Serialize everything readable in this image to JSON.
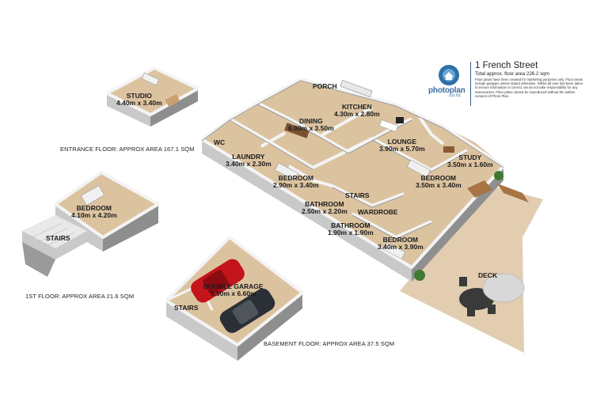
{
  "header": {
    "address": "1 French Street",
    "total_area": "Total approx. floor area 226.2 sqm",
    "disclaimer": "Floor plans have been created for marketing purposes only. Floor areas include garages unless stated otherwise. Whilst all care has been taken to ensure information is correct, we do not take responsibility for any inaccuracies. Floor plans cannot be reproduced without the written consent of Photo Plan.",
    "logo_text": "photoplan",
    "logo_sub": ".co.nz"
  },
  "floors": {
    "entrance": "ENTRANCE FLOOR: APPROX AREA 167.1 SQM",
    "first": "1ST FLOOR: APPROX AREA 21.6 SQM",
    "basement": "BASEMENT FLOOR: APPROX AREA 37.5 SQM"
  },
  "rooms": {
    "studio": {
      "name": "STUDIO",
      "dims": "4.40m x 3.40m"
    },
    "porch": {
      "name": "PORCH"
    },
    "kitchen": {
      "name": "KITCHEN",
      "dims": "4.30m x 2.80m"
    },
    "dining": {
      "name": "DINING",
      "dims": "6.00m x 3.50m"
    },
    "lounge": {
      "name": "LOUNGE",
      "dims": "3.90m x 5.70m"
    },
    "wc": {
      "name": "WC"
    },
    "laundry": {
      "name": "LAUNDRY",
      "dims": "3.40m x 2.30m"
    },
    "study": {
      "name": "STUDY",
      "dims": "3.50m x 1.60m"
    },
    "bedroom1": {
      "name": "BEDROOM",
      "dims": "2.90m x 3.40m"
    },
    "bedroom2": {
      "name": "BEDROOM",
      "dims": "3.50m x 3.40m"
    },
    "stairs1": {
      "name": "STAIRS"
    },
    "bathroom1": {
      "name": "BATHROOM",
      "dims": "2.50m x 2.20m"
    },
    "wardrobe": {
      "name": "WARDROBE"
    },
    "bathroom2": {
      "name": "BATHROOM",
      "dims": "1.90m x 1.90m"
    },
    "bedroom3": {
      "name": "BEDROOM",
      "dims": "3.40m x 3.90m"
    },
    "deck": {
      "name": "DECK"
    },
    "bedroom_first": {
      "name": "BEDROOM",
      "dims": "4.10m x 4.20m"
    },
    "stairs_first": {
      "name": "STAIRS"
    },
    "garage": {
      "name": "DOUBLE GARAGE",
      "dims": "5.90m x 6.60m"
    },
    "stairs_base": {
      "name": "STAIRS"
    }
  },
  "colors": {
    "floor": "#dcc3a0",
    "deck": "#e2cdb1",
    "wall_top": "#f2f2f2",
    "wall_side": "#8e8e8e",
    "wall_front": "#c9c9c9",
    "car_red": "#c4141c",
    "car_dark": "#2b2f36",
    "brand_blue": "#2f6fa7"
  },
  "icons": [
    "photoplan-logo-icon",
    "red-car-icon",
    "dark-car-icon",
    "outdoor-table-icon",
    "umbrella-icon",
    "bench-icon",
    "plant-icon"
  ]
}
